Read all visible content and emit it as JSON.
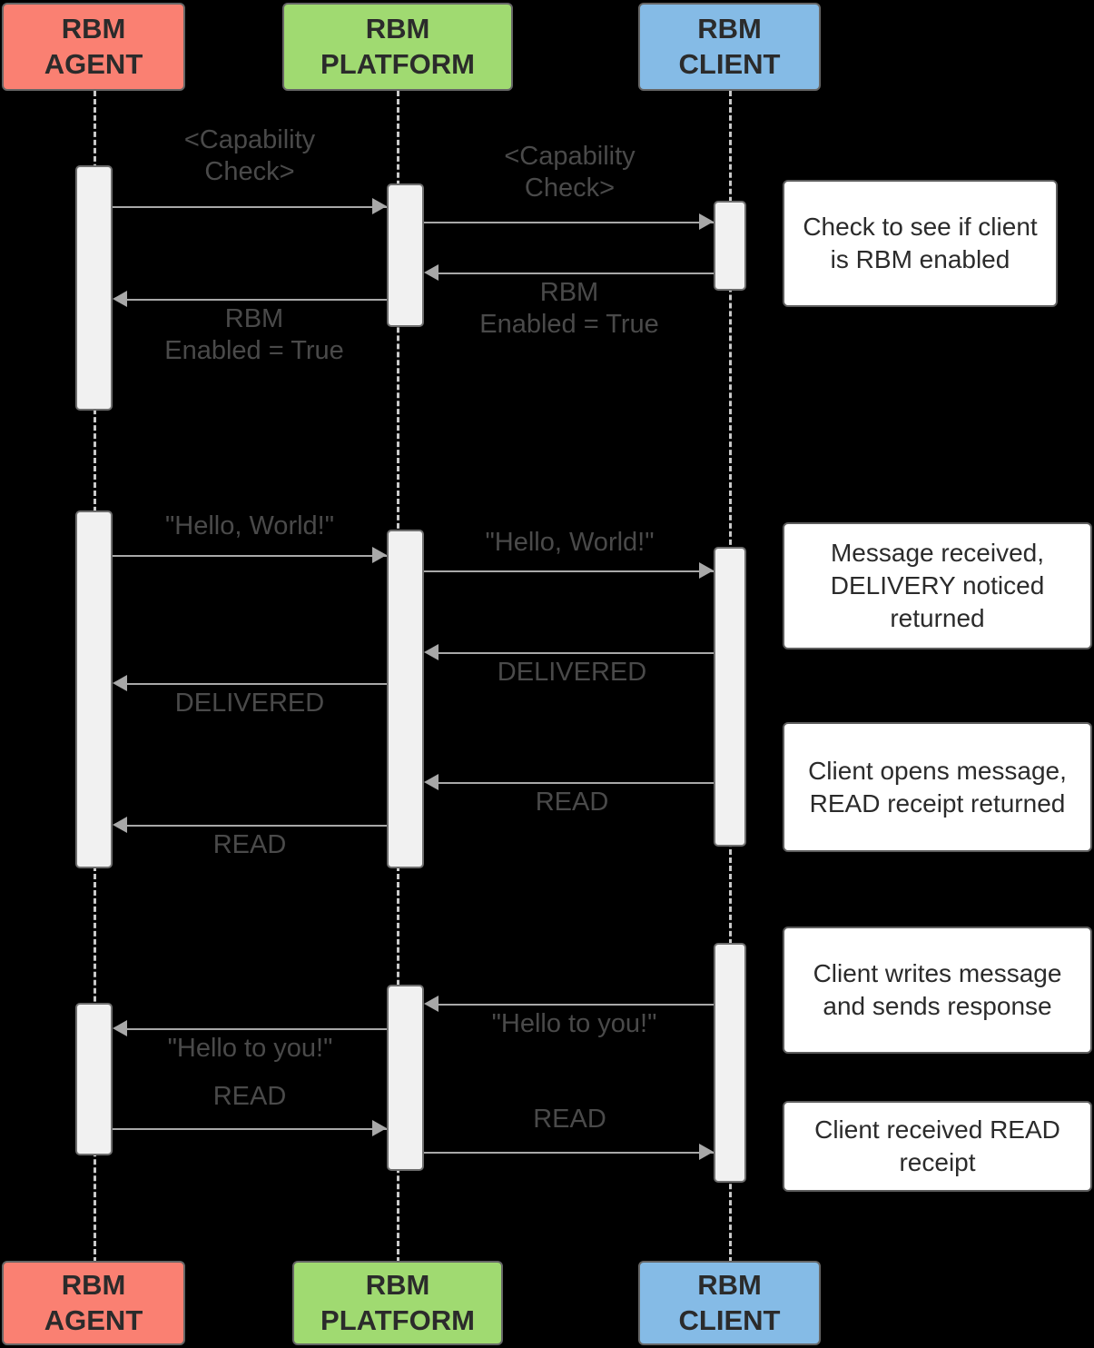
{
  "diagram": {
    "title": "RBM sequence diagram",
    "background_color": "#000000",
    "actors": [
      {
        "id": "agent",
        "line1": "RBM",
        "line2": "AGENT",
        "color": "#fa8072"
      },
      {
        "id": "platform",
        "line1": "RBM",
        "line2": "PLATFORM",
        "color": "#a0da71"
      },
      {
        "id": "client",
        "line1": "RBM",
        "line2": "CLIENT",
        "color": "#85bbe6"
      }
    ],
    "footers": [
      {
        "id": "agent",
        "line1": "RBM",
        "line2": "AGENT",
        "color": "#fa8072"
      },
      {
        "id": "platform",
        "line1": "RBM",
        "line2": "PLATFORM",
        "color": "#a0da71"
      },
      {
        "id": "client",
        "line1": "RBM",
        "line2": "CLIENT",
        "color": "#85bbe6"
      }
    ],
    "messages": [
      {
        "id": "m1",
        "label": "<Capability\nCheck>",
        "from": "agent",
        "to": "client"
      },
      {
        "id": "m2",
        "label": "<Capability\nCheck>",
        "from": "platform",
        "to": "client"
      },
      {
        "id": "m3",
        "label": "RBM\nEnabled = True",
        "from": "client",
        "to": "platform"
      },
      {
        "id": "m4",
        "label": "RBM\nEnabled = True",
        "from": "platform",
        "to": "agent"
      },
      {
        "id": "m5",
        "label": "\"Hello, World!\"",
        "from": "agent",
        "to": "platform"
      },
      {
        "id": "m6",
        "label": "\"Hello, World!\"",
        "from": "platform",
        "to": "client"
      },
      {
        "id": "m7",
        "label": "DELIVERED",
        "from": "client",
        "to": "platform"
      },
      {
        "id": "m8",
        "label": "DELIVERED",
        "from": "platform",
        "to": "agent"
      },
      {
        "id": "m9",
        "label": "READ",
        "from": "client",
        "to": "platform"
      },
      {
        "id": "m10",
        "label": "READ",
        "from": "platform",
        "to": "agent"
      },
      {
        "id": "m11",
        "label": "\"Hello to you!\"",
        "from": "client",
        "to": "platform"
      },
      {
        "id": "m12",
        "label": "\"Hello to you!\"",
        "from": "platform",
        "to": "agent"
      },
      {
        "id": "m13",
        "label": "READ",
        "from": "agent",
        "to": "platform"
      },
      {
        "id": "m14",
        "label": "READ",
        "from": "platform",
        "to": "client"
      }
    ],
    "notes": [
      {
        "id": "n1",
        "text": "Check to see if client is RBM enabled"
      },
      {
        "id": "n2",
        "text": "Message received, DELIVERY noticed returned"
      },
      {
        "id": "n3",
        "text": "Client opens message, READ receipt returned"
      },
      {
        "id": "n4",
        "text": "Client writes message and sends response"
      },
      {
        "id": "n5",
        "text": "Client received READ receipt"
      }
    ]
  }
}
